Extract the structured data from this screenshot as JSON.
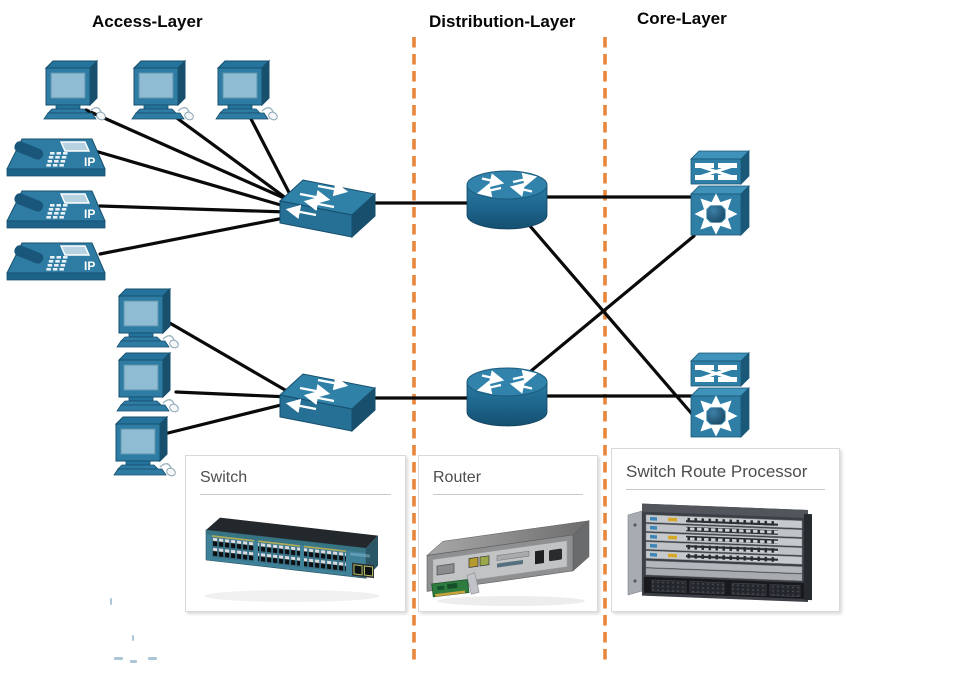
{
  "header": {
    "layers": [
      {
        "label": "Access-Layer"
      },
      {
        "label": "Distribution-Layer"
      },
      {
        "label": "Core-Layer"
      }
    ]
  },
  "diagram": {
    "ip_phone_label": "IP",
    "nodes": [
      {
        "id": "pc-1",
        "type": "pc",
        "layer": "access"
      },
      {
        "id": "pc-2",
        "type": "pc",
        "layer": "access"
      },
      {
        "id": "pc-3",
        "type": "pc",
        "layer": "access"
      },
      {
        "id": "ip-phone-1",
        "type": "ip-phone",
        "layer": "access"
      },
      {
        "id": "ip-phone-2",
        "type": "ip-phone",
        "layer": "access"
      },
      {
        "id": "ip-phone-3",
        "type": "ip-phone",
        "layer": "access"
      },
      {
        "id": "pc-4",
        "type": "pc",
        "layer": "access"
      },
      {
        "id": "pc-5",
        "type": "pc",
        "layer": "access"
      },
      {
        "id": "pc-6",
        "type": "pc",
        "layer": "access"
      },
      {
        "id": "switch-1",
        "type": "workgroup-switch",
        "layer": "access"
      },
      {
        "id": "switch-2",
        "type": "workgroup-switch",
        "layer": "access"
      },
      {
        "id": "router-1",
        "type": "router",
        "layer": "distribution"
      },
      {
        "id": "router-2",
        "type": "router",
        "layer": "distribution"
      },
      {
        "id": "core-switch-1",
        "type": "switch-route-processor",
        "layer": "core"
      },
      {
        "id": "core-switch-2",
        "type": "switch-route-processor",
        "layer": "core"
      }
    ],
    "links": [
      {
        "from": "pc-1",
        "to": "switch-1"
      },
      {
        "from": "pc-2",
        "to": "switch-1"
      },
      {
        "from": "pc-3",
        "to": "switch-1"
      },
      {
        "from": "ip-phone-1",
        "to": "switch-1"
      },
      {
        "from": "ip-phone-2",
        "to": "switch-1"
      },
      {
        "from": "ip-phone-3",
        "to": "switch-1"
      },
      {
        "from": "switch-1",
        "to": "router-1"
      },
      {
        "from": "router-1",
        "to": "core-switch-1"
      },
      {
        "from": "router-1",
        "to": "core-switch-2"
      },
      {
        "from": "router-2",
        "to": "core-switch-1"
      },
      {
        "from": "router-2",
        "to": "core-switch-2"
      },
      {
        "from": "pc-4",
        "to": "switch-2"
      },
      {
        "from": "pc-5",
        "to": "switch-2"
      },
      {
        "from": "pc-6",
        "to": "switch-2"
      },
      {
        "from": "switch-2",
        "to": "router-2"
      }
    ],
    "colors": {
      "device_blue": "#2E7CA4",
      "device_blue_dark": "#174F6D",
      "device_screen_blue": "#8FBCD3",
      "layer_divider_orange": "#E8873B",
      "link_line": "#0A0A0A",
      "card_border": "#D9D9D9",
      "card_title_text": "#4D4D4D"
    }
  },
  "cards": [
    {
      "title": "Switch"
    },
    {
      "title": "Router"
    },
    {
      "title": "Switch Route Processor"
    }
  ]
}
